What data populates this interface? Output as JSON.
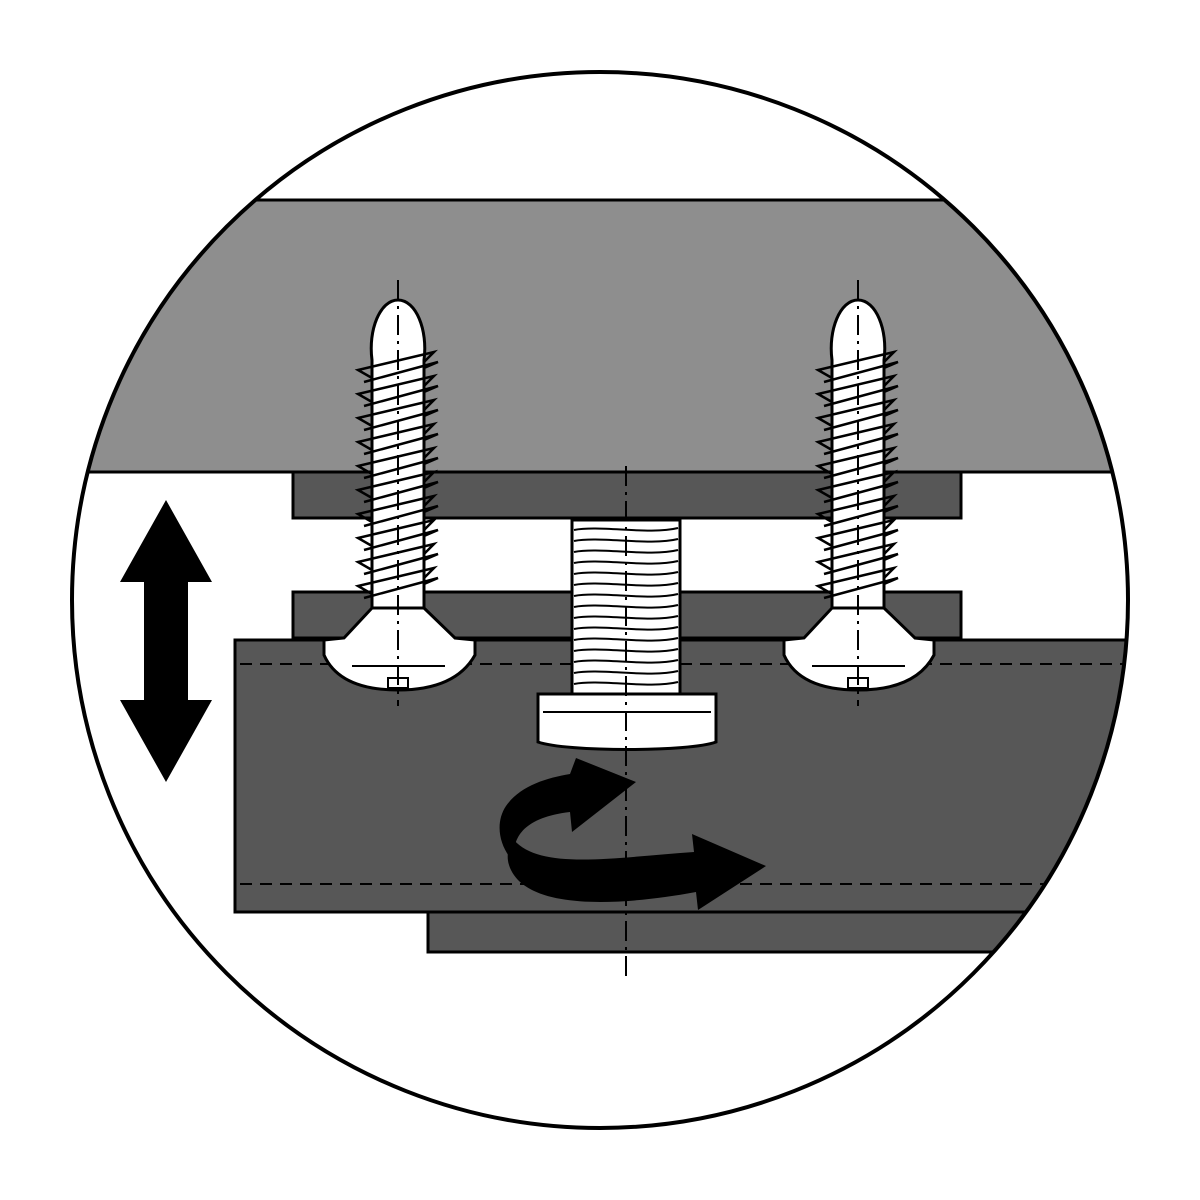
{
  "diagram": {
    "description_visible_text": "",
    "colors": {
      "background": "#ffffff",
      "ink": "#000000",
      "top_panel": "#8e8e8e",
      "dark_bar": "#575757",
      "screw_fill": "#ffffff"
    },
    "parts": {
      "top_panel": "top-panel",
      "upper_bracket": "upper-bracket-plate",
      "lower_bracket": "lower-bracket-plate",
      "base_rail": "base-rail",
      "bottom_strip": "bottom-strip",
      "left_screw": "wood-screw-left",
      "right_screw": "wood-screw-right",
      "center_bolt": "adjustment-bolt"
    },
    "icons": {
      "height_adjust": "double-arrow-vertical-icon",
      "rotate": "rotation-arrow-icon"
    }
  }
}
